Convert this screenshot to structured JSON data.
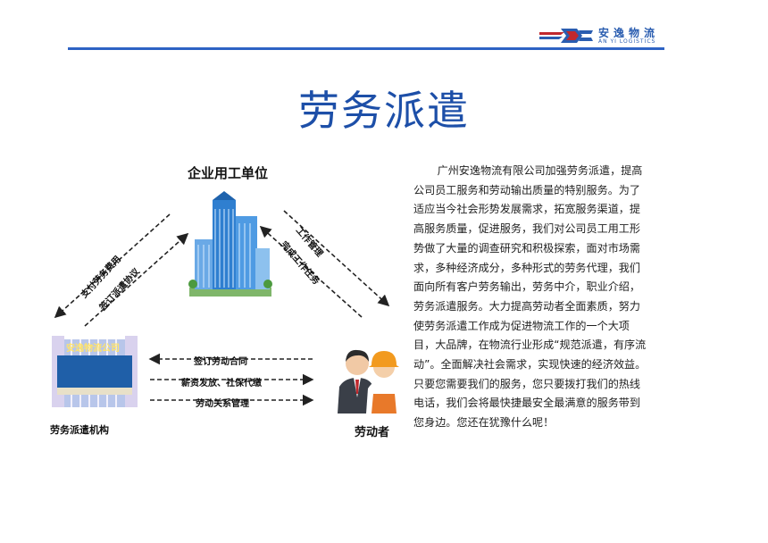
{
  "header": {
    "logo_cn": "安逸物流",
    "logo_en": "AN YI LOGISTICS"
  },
  "page": {
    "title": "劳务派遣"
  },
  "diagram": {
    "employer_label": "企业用工单位",
    "agency_label": "劳务派遣机构",
    "worker_label": "劳动者",
    "agency_sign_en": "AN YI LOGIDTICS",
    "agency_sign_cn": "安逸物流公司",
    "left_arrow_labels": [
      "支付劳务费用",
      "签订派遣协议"
    ],
    "right_arrow_labels": [
      "工作管理",
      "完成工作任务"
    ],
    "bottom_arrow_labels": [
      "签订劳动合同",
      "薪资发放、社保代缴",
      "劳动关系管理"
    ],
    "colors": {
      "arrow": "#222222",
      "building_glass": "#3f8fd8",
      "sign_bg": "#1f5fa8"
    }
  },
  "body": {
    "paragraph": "广州安逸物流有限公司加强劳务派遣，提高公司员工服务和劳动输出质量的特别服务。为了适应当今社会形势发展需求，拓宽服务渠道，提高服务质量，促进服务，我们对公司员工用工形势做了大量的调查研究和积极探索，面对市场需求，多种经济成分，多种形式的劳务代理，我们面向所有客户劳务输出，劳务中介，职业介绍，劳务派遣服务。大力提高劳动者全面素质，努力使劳务派遣工作成为促进物流工作的一个大项目，大品牌，在物流行业形成“规范派遣，有序流动”。全面解决社会需求，实现快速的经济效益。只要您需要我们的服务，您只要拨打我们的热线电话，我们会将最快捷最安全最满意的服务带到您身边。您还在犹豫什么呢！"
  },
  "theme": {
    "accent": "#1d4fa8",
    "rule": "#2e63c4"
  }
}
